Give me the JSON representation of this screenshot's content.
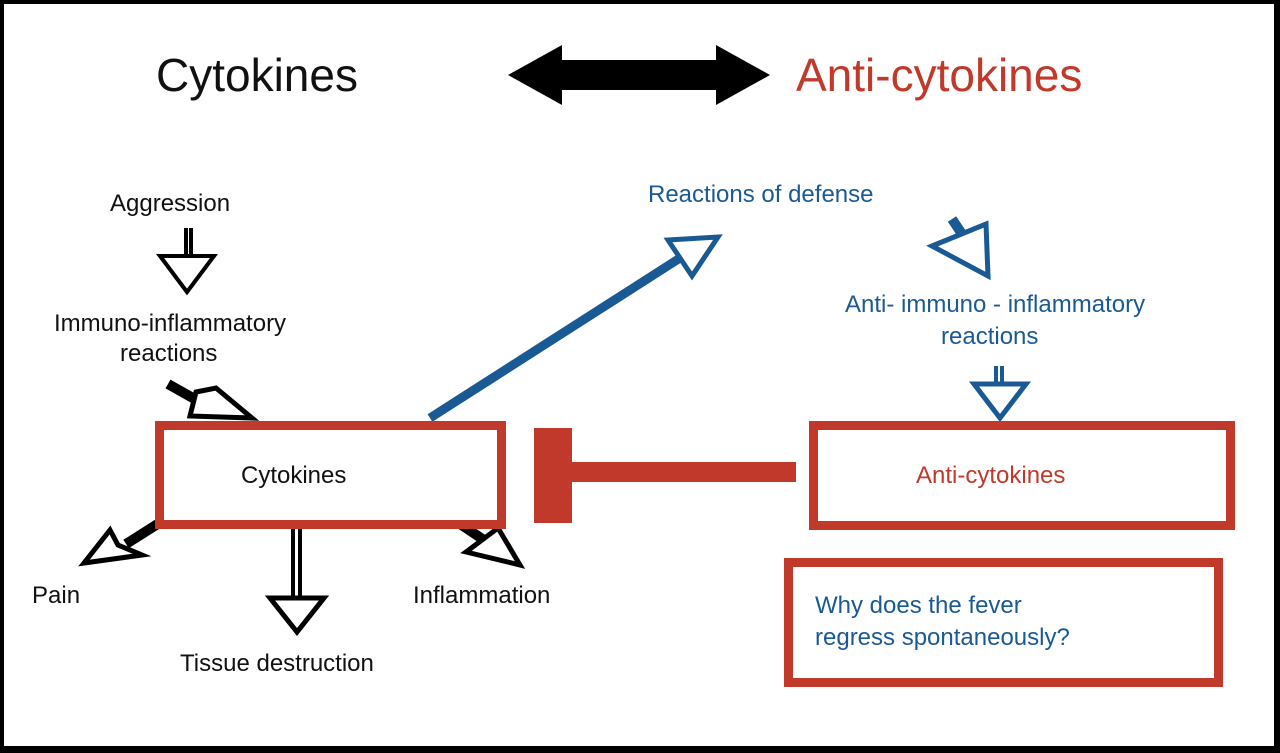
{
  "header": {
    "left_title": "Cytokines",
    "right_title": "Anti-cytokines"
  },
  "left_flow": {
    "aggression": "Aggression",
    "immuno_line1": "Immuno-inflammatory",
    "immuno_line2": "reactions",
    "cytokines_box": "Cytokines",
    "pain": "Pain",
    "tissue_destruction": "Tissue destruction",
    "inflammation": "Inflammation"
  },
  "right_flow": {
    "reactions_of_defense": "Reactions of defense",
    "anti_immuno_line1": "Anti- immuno - inflammatory",
    "anti_immuno_line2": "reactions",
    "anticytokines_box": "Anti-cytokines",
    "question_line1": "Why does the fever",
    "question_line2": "regress spontaneously?"
  },
  "colors": {
    "red": "#c0392b",
    "blue": "#1a5a94",
    "black": "#111111"
  }
}
